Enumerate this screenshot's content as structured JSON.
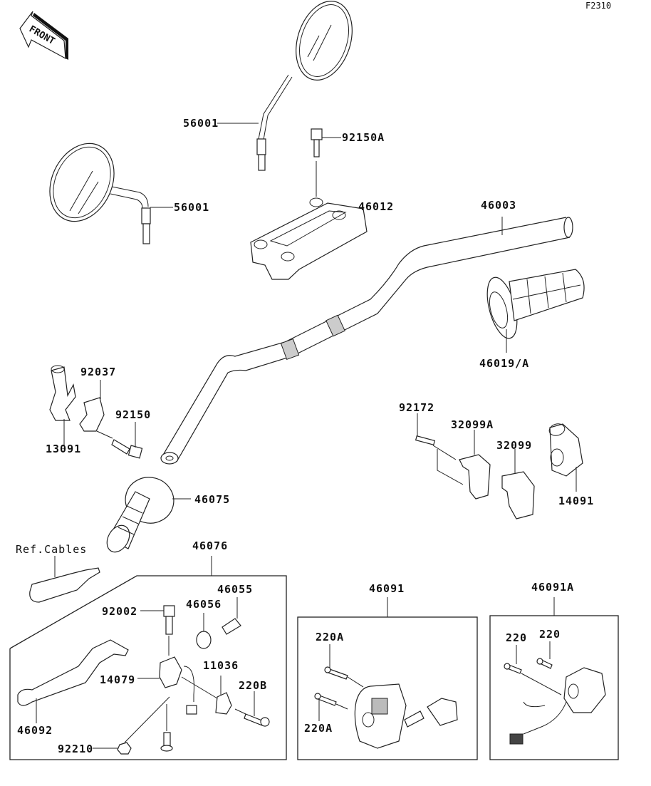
{
  "diagram": {
    "figure_code": "F2310",
    "direction_indicator": "FRONT",
    "reference_note": "Ref.Cables",
    "callouts": {
      "mirror_right": "56001",
      "mirror_left": "56001",
      "bolt_holder": "92150A",
      "handlebar_holder": "46012",
      "handlebar": "46003",
      "throttle_grip": "46019/A",
      "clutch_clamp_bolt_top": "92037",
      "clutch_holder_bolt": "92150",
      "mirror_holder": "13091",
      "left_grip": "46075",
      "throttle_screw": "92172",
      "throttle_case_a": "32099A",
      "throttle_case": "32099",
      "throttle_cover": "14091",
      "clutch_lever_assy": "46076",
      "adjuster": "46055",
      "adjuster_nut": "46056",
      "pivot_bolt": "92002",
      "lever_holder": "14079",
      "switch_clamp": "11036",
      "screw_b": "220B",
      "clutch_lever": "46092",
      "nut": "92210",
      "left_switch_assy": "46091",
      "left_switch_screw_1": "220A",
      "left_switch_screw_2": "220A",
      "right_switch_assy": "46091A",
      "right_switch_screw_1": "220",
      "right_switch_screw_2": "220"
    }
  }
}
